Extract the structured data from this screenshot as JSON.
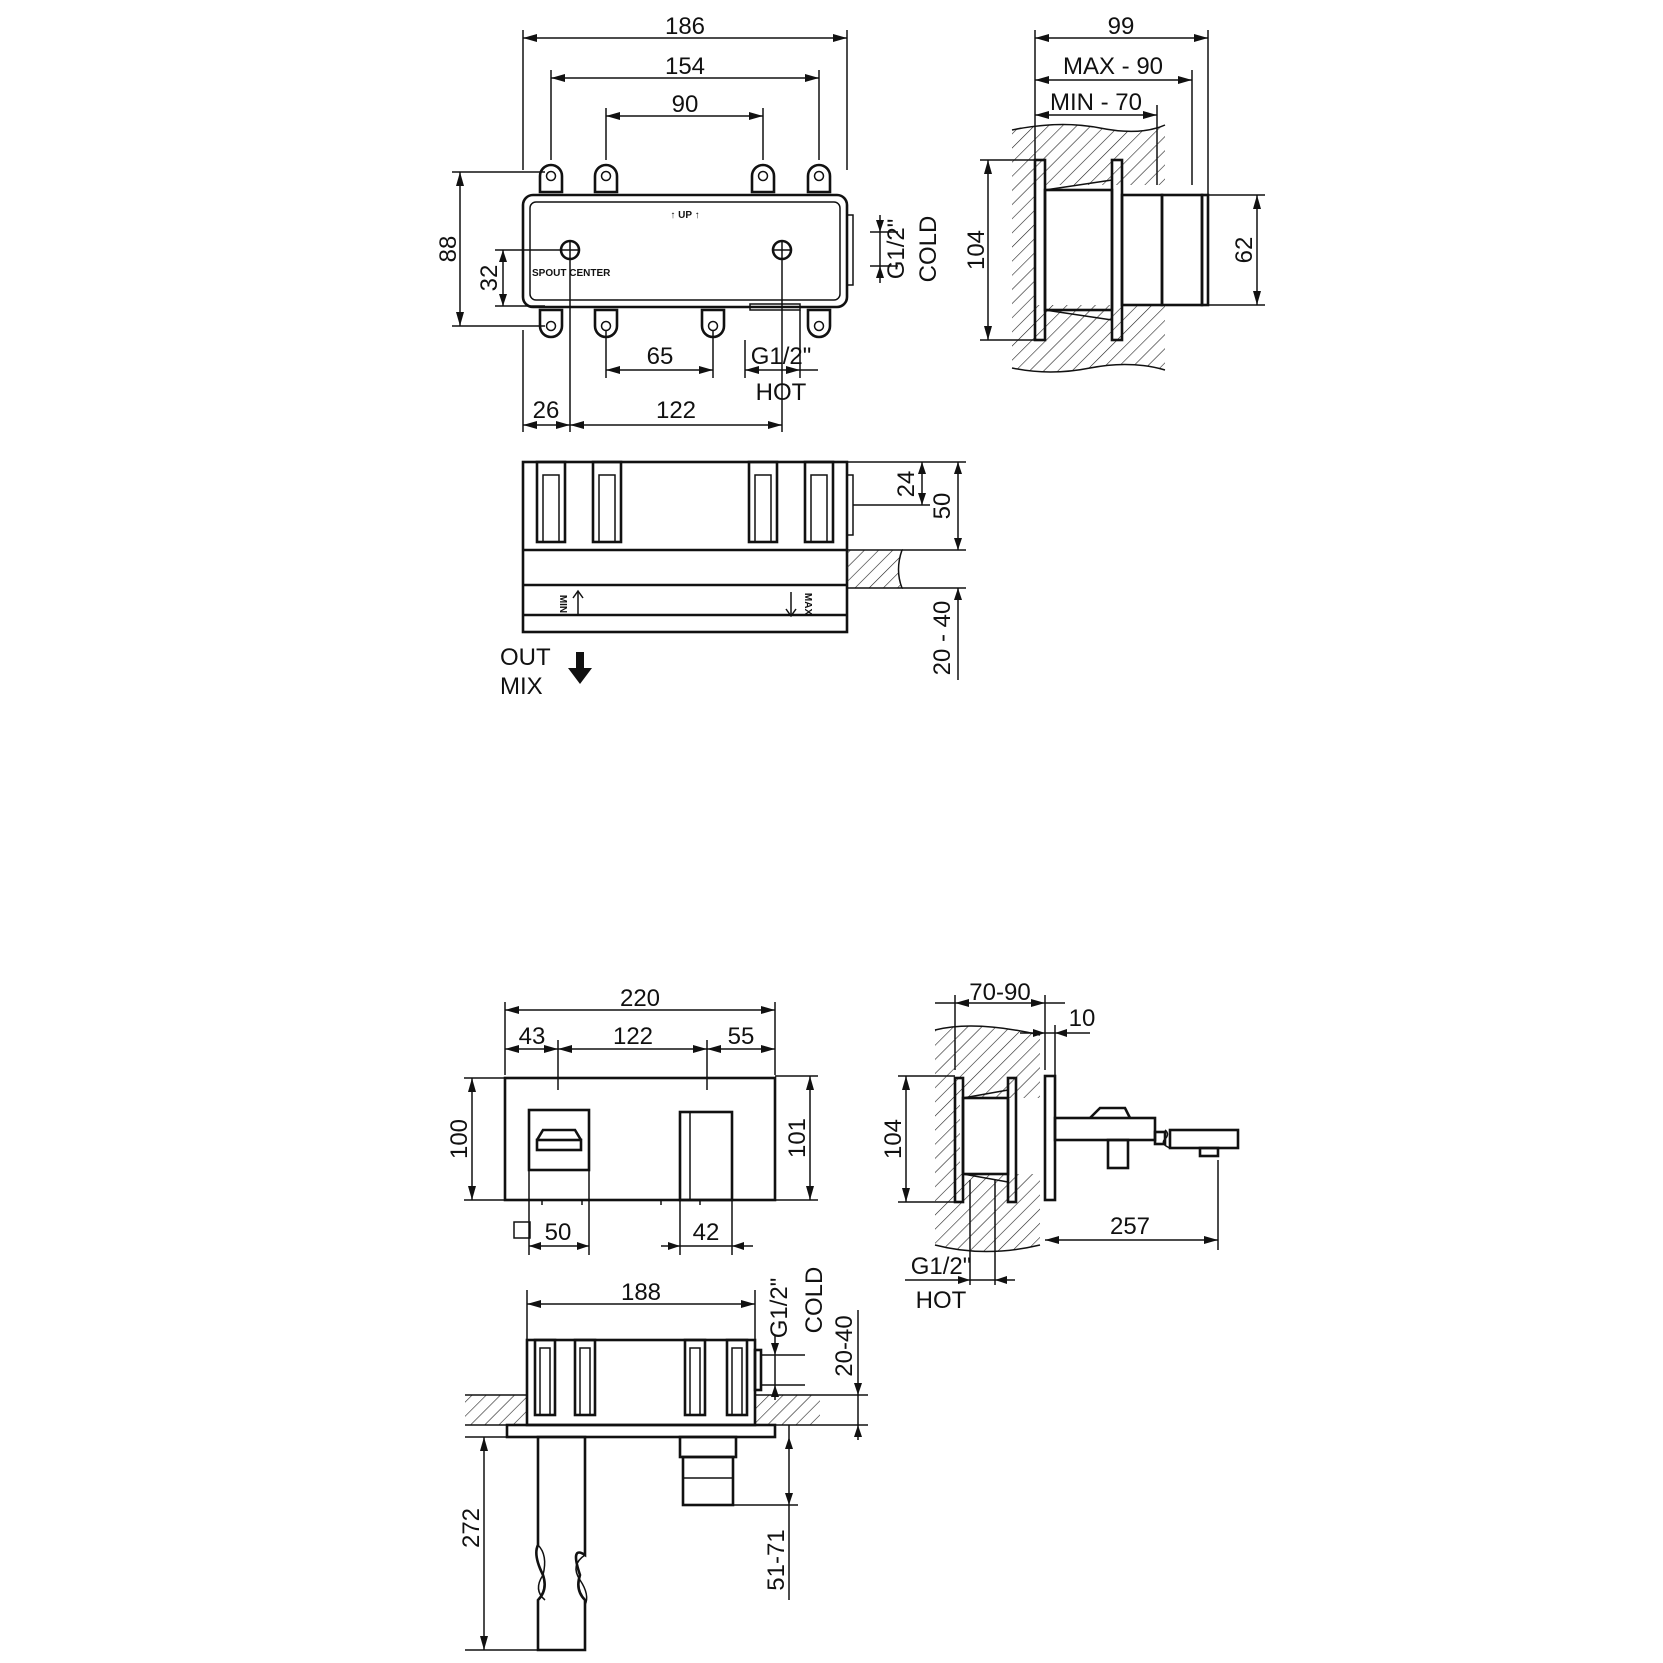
{
  "installation_box": {
    "front": {
      "overall_width": "186",
      "bracket_span": "154",
      "inlet_span": "90",
      "height": "88",
      "offset": "32",
      "lower_span": "65",
      "left_offset": "26",
      "centers": "122",
      "up_mark": "↑ UP ↑",
      "spout_center": "SPOUT CENTER",
      "cold_size": "G1/2\"",
      "cold_label": "COLD",
      "hot_size": "G1/2\"",
      "hot_label": "HOT"
    },
    "side": {
      "depth_total": "99",
      "max_depth": "MAX - 90",
      "min_depth": "MIN - 70",
      "height": "104",
      "body_height": "62"
    },
    "top": {
      "dim_a": "24",
      "dim_b": "50",
      "dim_c": "20 - 40",
      "min_mark": "MIN",
      "max_mark": "MAX",
      "out_label": "OUT",
      "mix_label": "MIX"
    }
  },
  "finished_mixer": {
    "front": {
      "overall_width": "220",
      "left_margin": "43",
      "centers": "122",
      "right_margin": "55",
      "height": "100",
      "height_right": "101",
      "square_size": "50",
      "handle_width": "42"
    },
    "side": {
      "wall_range": "70-90",
      "plate_thickness": "10",
      "height": "104",
      "projection": "257",
      "hot_size": "G1/2\"",
      "hot_label": "HOT"
    },
    "top": {
      "plate_width": "188",
      "cold_size": "G1/2\"",
      "cold_label": "COLD",
      "wall_range": "20-40",
      "length": "272",
      "spout_range": "51-71"
    }
  }
}
